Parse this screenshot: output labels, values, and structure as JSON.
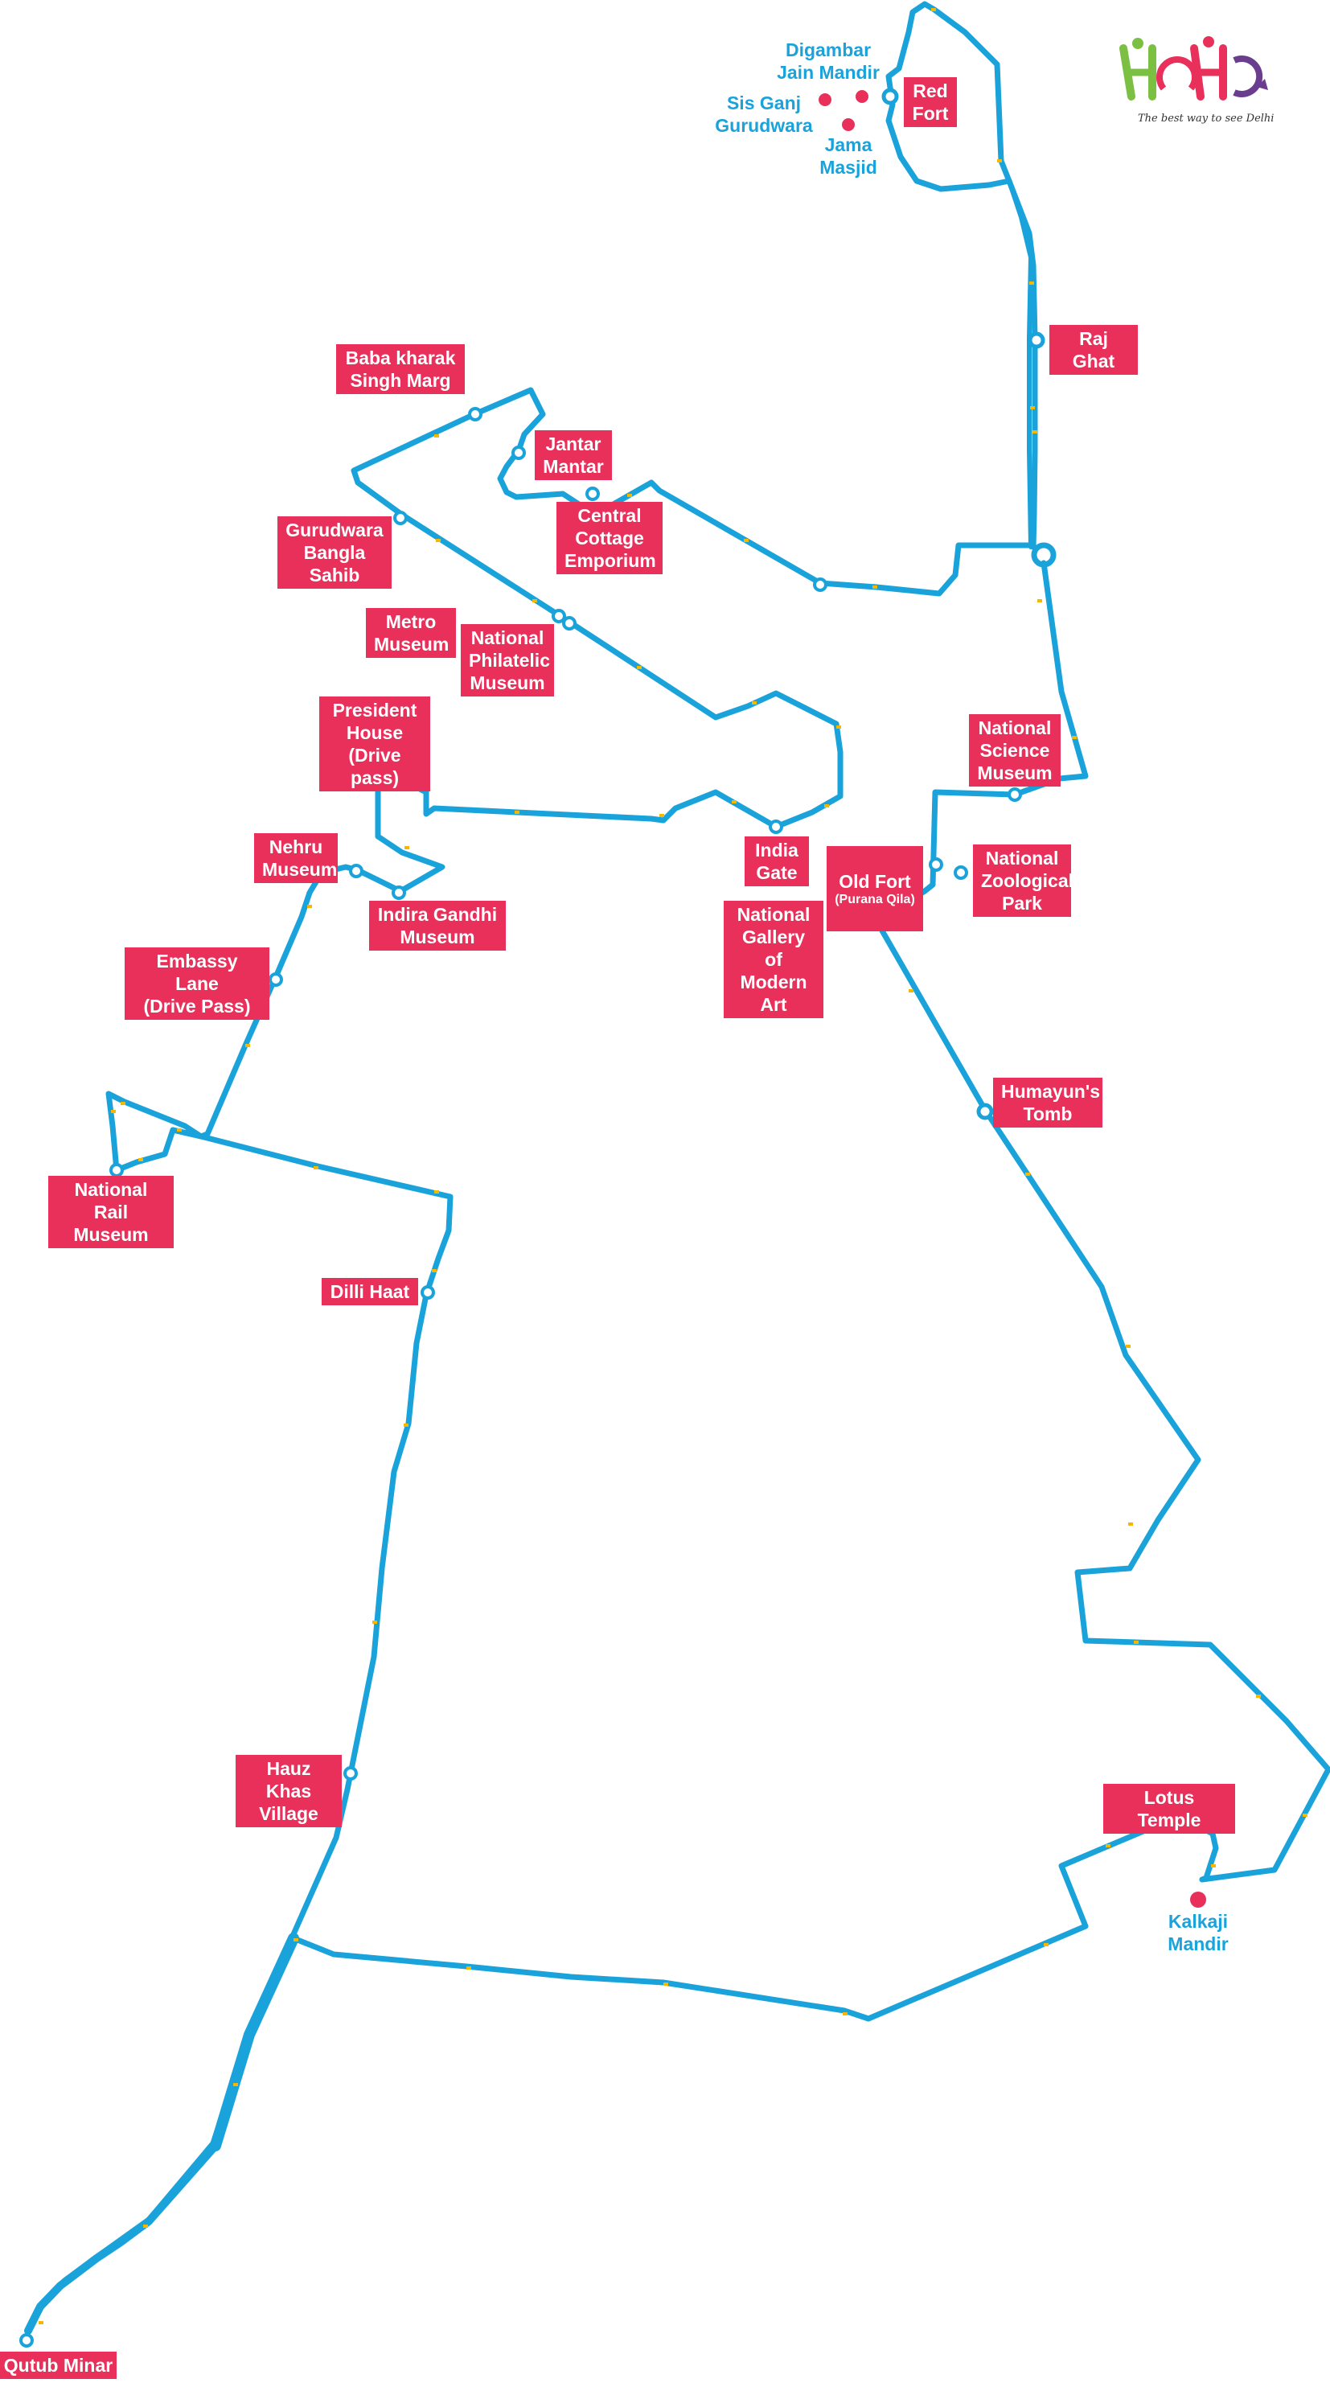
{
  "logo": {
    "tagline": "The best way to see Delhi"
  },
  "colors": {
    "route": "#1aa3db",
    "label_bg": "#e8305a",
    "poi_dot": "#e8305a",
    "poi_text": "#1aa3db",
    "tick": "#f5b800"
  },
  "stops": [
    {
      "id": "red-fort",
      "text": "Red\nFort"
    },
    {
      "id": "raj-ghat",
      "text": "Raj Ghat"
    },
    {
      "id": "baba-kharak-singh-marg",
      "text": "Baba kharak\nSingh Marg"
    },
    {
      "id": "jantar-mantar",
      "text": "Jantar\nMantar"
    },
    {
      "id": "central-cottage-emporium",
      "text": "Central\nCottage\nEmporium"
    },
    {
      "id": "gurudwara-bangla-sahib",
      "text": "Gurudwara\nBangla\nSahib"
    },
    {
      "id": "metro-museum",
      "text": "Metro\nMuseum"
    },
    {
      "id": "national-philatelic-museum",
      "text": "National\nPhilatelic\nMuseum"
    },
    {
      "id": "president-house",
      "text": "President\nHouse\n(Drive pass)"
    },
    {
      "id": "national-science-museum",
      "text": "National\nScience\nMuseum"
    },
    {
      "id": "nehru-museum",
      "text": "Nehru\nMuseum"
    },
    {
      "id": "indira-gandhi-museum",
      "text": "Indira Gandhi\nMuseum"
    },
    {
      "id": "india-gate",
      "text": "India\nGate"
    },
    {
      "id": "old-fort",
      "text": "Old Fort",
      "sub": "(Purana Qila)"
    },
    {
      "id": "national-zoological-park",
      "text": "National\nZoological\nPark"
    },
    {
      "id": "national-gallery-of-modern-art",
      "text": "National\nGallery of\nModern Art"
    },
    {
      "id": "embassy-lane",
      "text": "Embassy Lane\n(Drive Pass)"
    },
    {
      "id": "humayuns-tomb",
      "text": "Humayun's\nTomb"
    },
    {
      "id": "national-rail-museum",
      "text": "National Rail\nMuseum"
    },
    {
      "id": "dilli-haat",
      "text": "Dilli Haat"
    },
    {
      "id": "hauz-khas-village",
      "text": "Hauz Khas\nVillage"
    },
    {
      "id": "lotus-temple",
      "text": "Lotus Temple"
    },
    {
      "id": "qutub-minar",
      "text": "Qutub Minar"
    }
  ],
  "pois": [
    {
      "id": "digambar-jain-mandir",
      "text": "Digambar\nJain Mandir"
    },
    {
      "id": "sis-ganj-gurudwara",
      "text": "Sis Ganj\nGurudwara"
    },
    {
      "id": "jama-masjid",
      "text": "Jama\nMasjid"
    },
    {
      "id": "kalkaji-mandir",
      "text": "Kalkaji\nMandir"
    }
  ]
}
